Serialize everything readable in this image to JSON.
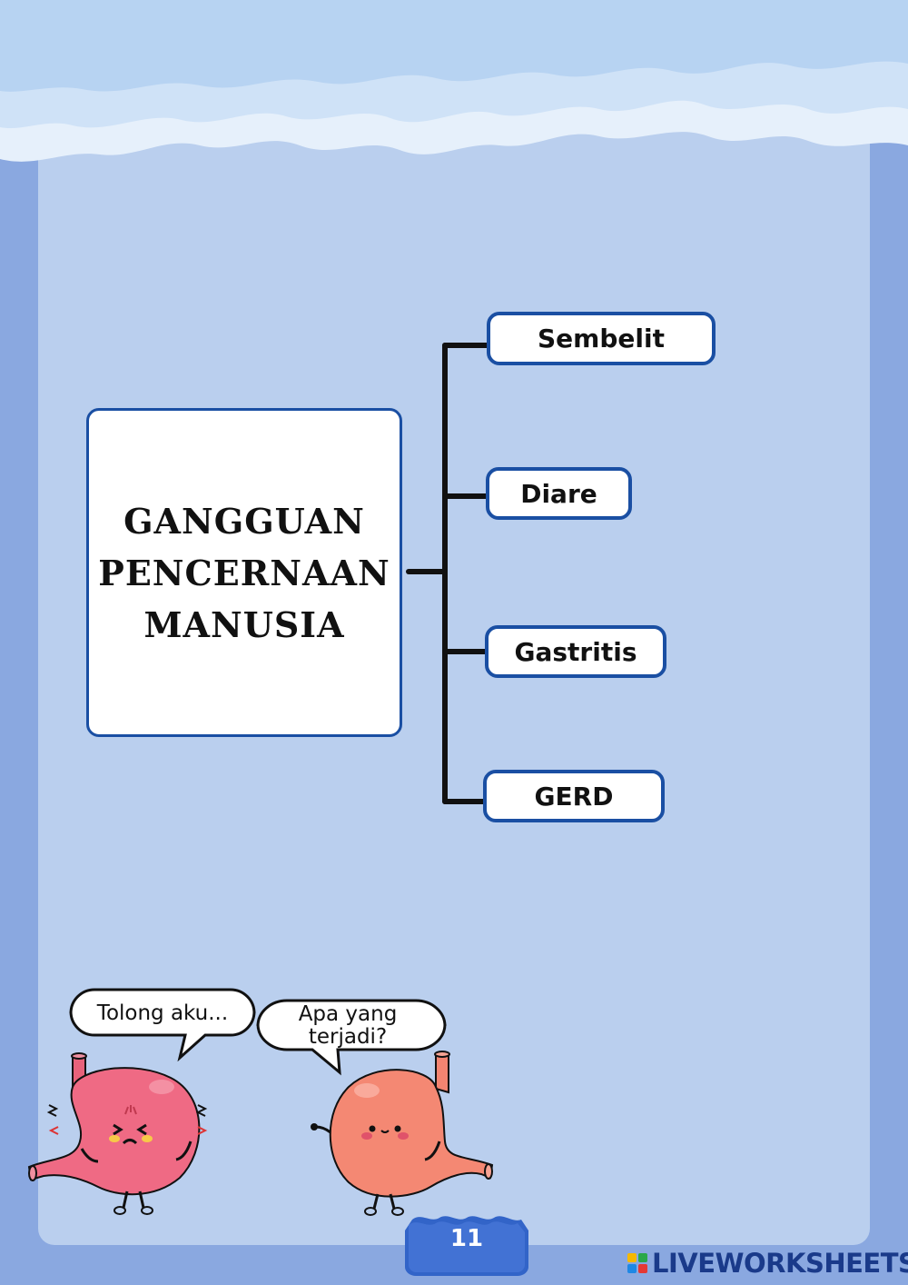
{
  "diagram": {
    "central": "GANGGUAN\nPENCERNAAN\nMANUSIA",
    "branches": [
      "Sembelit",
      "Diare",
      "Gastritis",
      "GERD"
    ]
  },
  "speech": {
    "left": "Tolong aku...",
    "right_line1": "Apa yang",
    "right_line2": "terjadi?"
  },
  "page_number": "11",
  "brand": "LIVEWORKSHEETS",
  "colors": {
    "background": "#8aa8e0",
    "panel": "#bacfee",
    "box_border": "#1a4fa3",
    "connector": "#111111"
  },
  "icons": [
    "cloud-banner",
    "sad-stomach-mascot",
    "happy-stomach-mascot",
    "liveworksheets-logo-icon"
  ]
}
